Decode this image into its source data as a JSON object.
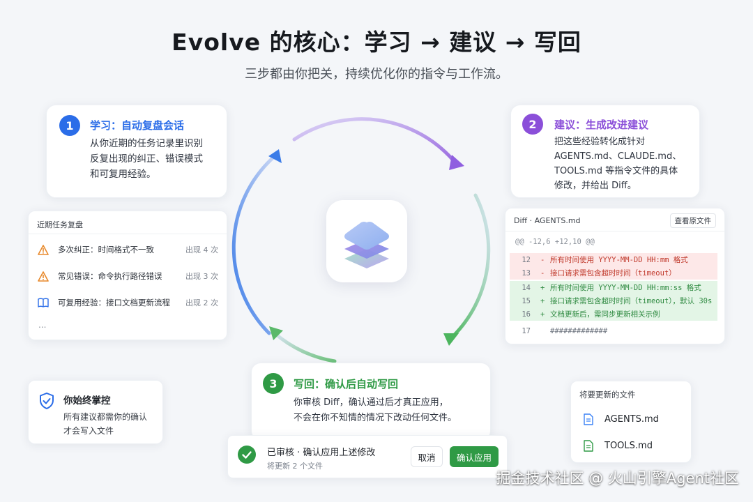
{
  "header": {
    "title": "Evolve 的核心：学习 → 建议 → 写回",
    "subtitle": "三步都由你把关，持续优化你的指令与工作流。"
  },
  "steps": [
    {
      "num": "1",
      "title": "学习：自动复盘会话",
      "lines": [
        "从你近期的任务记录里识别",
        "反复出现的纠正、错误模式",
        "和可复用经验。"
      ],
      "color": "#2b6de8"
    },
    {
      "num": "2",
      "title": "建议：生成改进建议",
      "lines": [
        "把这些经验转化成针对",
        "AGENTS.md、CLAUDE.md、",
        "TOOLS.md 等指令文件的具体",
        "修改，并给出 Diff。"
      ],
      "color": "#8b4fd9"
    },
    {
      "num": "3",
      "title": "写回：确认后自动写回",
      "lines": [
        "你审核 Diff，确认通过后才真正应用，",
        "不会在你不知情的情况下改动任何文件。"
      ],
      "color": "#2f9a45"
    }
  ],
  "tasks": {
    "title": "近期任务复盘",
    "items": [
      {
        "label": "多次纠正：时间格式不一致",
        "count": "出现 4 次",
        "icon": "warning-icon"
      },
      {
        "label": "常见错误：命令执行路径错误",
        "count": "出现 3 次",
        "icon": "warning-icon"
      },
      {
        "label": "可复用经验：接口文档更新流程",
        "count": "出现 2 次",
        "icon": "book-icon"
      }
    ],
    "more": "..."
  },
  "diff": {
    "title": "Diff · AGENTS.md",
    "view_button": "查看原文件",
    "hunk": "@@ -12,6 +12,10 @@",
    "lines": [
      {
        "ln": "12",
        "sign": "-",
        "text": "所有时间使用 YYYY-MM-DD HH:mm 格式",
        "kind": "del"
      },
      {
        "ln": "13",
        "sign": "-",
        "text": "接口请求需包含超时时间（timeout）",
        "kind": "del"
      },
      {
        "ln": "14",
        "sign": "+",
        "text": "所有时间使用 YYYY-MM-DD HH:mm:ss 格式",
        "kind": "add"
      },
      {
        "ln": "15",
        "sign": "+",
        "text": "接口请求需包含超时时间（timeout），默认 30s",
        "kind": "add"
      },
      {
        "ln": "16",
        "sign": "+",
        "text": "文档更新后，需同步更新相关示例",
        "kind": "add"
      },
      {
        "ln": "17",
        "sign": "",
        "text": "#############",
        "kind": "ctx"
      }
    ]
  },
  "control": {
    "title": "你始终掌控",
    "lines": [
      "所有建议都需你的确认",
      "才会写入文件"
    ]
  },
  "confirm_bar": {
    "title": "已审核 · 确认应用上述修改",
    "subtitle": "将更新 2 个文件",
    "cancel": "取消",
    "confirm": "确认应用"
  },
  "files": {
    "title": "将要更新的文件",
    "items": [
      {
        "name": "AGENTS.md",
        "color": "#3b82f6"
      },
      {
        "name": "TOOLS.md",
        "color": "#2f9a45"
      }
    ]
  },
  "watermark": "掘金技术社区 @ 火山引擎Agent社区",
  "colors": {
    "blue": "#2b6de8",
    "purple": "#8b4fd9",
    "green": "#2f9a45",
    "warning": "#e8892b"
  }
}
